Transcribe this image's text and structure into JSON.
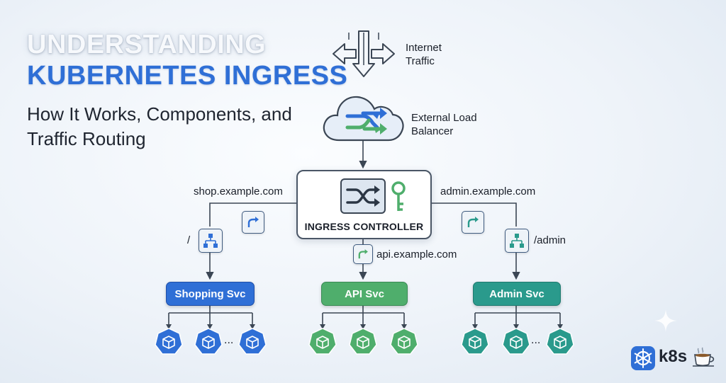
{
  "header": {
    "title_line1": "UNDERSTANDING",
    "title_line2": "KUBERNETES INGRESS",
    "subtitle": "How It Works, Components, and Traffic Routing"
  },
  "nodes": {
    "internet": "Internet\nTraffic",
    "load_balancer": "External Load\nBalancer",
    "controller": "INGRESS CONTROLLER"
  },
  "routes": {
    "shop_host": "shop.example.com",
    "admin_host": "admin.example.com",
    "api_host": "api.example.com",
    "shop_path": "/",
    "admin_path": "/admin"
  },
  "services": {
    "shopping": "Shopping Svc",
    "api": "API Svc",
    "admin": "Admin Svc"
  },
  "pods": {
    "ellipsis": "..."
  },
  "branding": {
    "logo_text": "k8s"
  },
  "colors": {
    "blue": "#2f6fd6",
    "green": "#4fae6c",
    "teal": "#2a9a8c",
    "line": "#3b4654"
  }
}
